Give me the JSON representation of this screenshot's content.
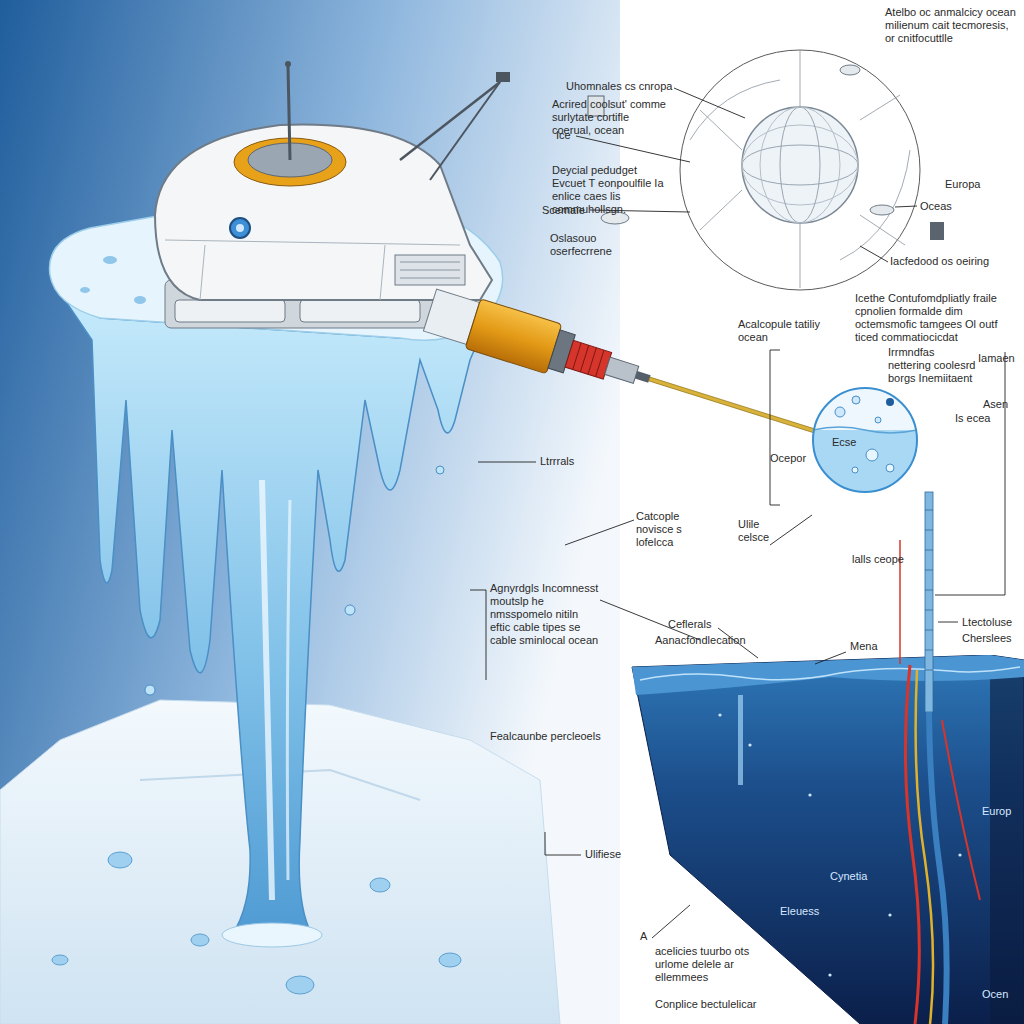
{
  "diagram": {
    "nodes": [
      {
        "text": [
          "Europ",
          "Cynetia",
          "Eleuess",
          "Ocen"
        ]
      }
    ],
    "labels": [
      "Uhomnales cs cnropa",
      "Atelbo oc anmalcicy ocean milienum cait tecmoresis, or cnitfocuttlle",
      "Acrired coolsut' comme surlytate cortifle coerual, ocean",
      "Deycial pedudget Evcuet T eonpoulfile Ia enlice caes lis commuhollsgn.",
      "Ice",
      "Scemaie",
      "Oceas",
      "Europa",
      "Oslasouo oserfecrrene",
      "Iacfedood os oeiring",
      "Icethe Contufomdpliatly fraile cpnolien formalde dim octemsmofic tamgees Ol outf ticed commatiocicdat",
      "Acalcopule tatiliy ocean",
      "Iamaen",
      "Irrmndfas",
      "nettering coolesrd",
      "borgs Inemiitaent",
      "Asen",
      "Is ecea",
      "Ecse",
      "Ltrrrals",
      "Ocepor",
      "Catcople novisce s lofelcca",
      "Ulile celsce",
      "lalls ceope",
      "Agnyrdgls Incomnesst moutslp he nmsspomelo nitiln eftic cable tipes se cable sminlocal ocean",
      "Fealcaunbe percleoels",
      "Ceflerals",
      "Aanacfondlecation",
      "Mena",
      "Ltectoluse",
      "Cherslees",
      "Ulifiese",
      "A",
      "acelicies tuurbo ots urlome delele ar ellemmees",
      "Conplice bectulelicar"
    ]
  }
}
